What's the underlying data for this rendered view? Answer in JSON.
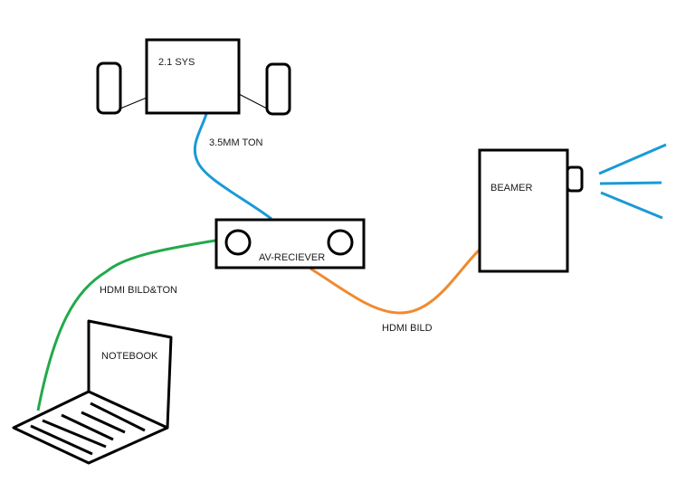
{
  "diagram": {
    "nodes": {
      "sound_system": {
        "label": "2.1 SYS"
      },
      "av_receiver": {
        "label": "AV-RECIEVER"
      },
      "beamer": {
        "label": "BEAMER"
      },
      "notebook": {
        "label": "NOTEBOOK"
      }
    },
    "connections": [
      {
        "from": "sound_system",
        "to": "av_receiver",
        "label": "3.5MM TON",
        "color": "#1a9ad6"
      },
      {
        "from": "notebook",
        "to": "av_receiver",
        "label": "HDMI BILD&TON",
        "color": "#22a94a"
      },
      {
        "from": "av_receiver",
        "to": "beamer",
        "label": "HDMI BILD",
        "color": "#f08a30"
      }
    ],
    "colors": {
      "outline": "#000000",
      "projection_beam": "#1a9ad6"
    }
  }
}
